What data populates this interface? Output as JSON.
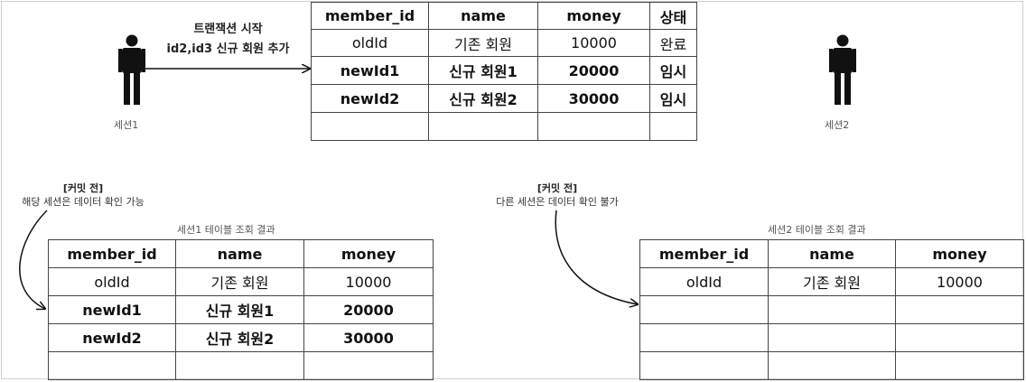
{
  "transaction_label": {
    "line1": "트랜잭션 시작",
    "line2": "id2,id3 신규 회원 추가"
  },
  "sessions": [
    {
      "name": "세션1"
    },
    {
      "name": "세션2"
    }
  ],
  "main_table": {
    "headers": [
      "member_id",
      "name",
      "money",
      "상태"
    ],
    "rows": [
      {
        "cells": [
          "oldId",
          "기존 회원",
          "10000",
          "완료"
        ],
        "bold": false
      },
      {
        "cells": [
          "newId1",
          "신규 회원1",
          "20000",
          "임시"
        ],
        "bold": true
      },
      {
        "cells": [
          "newId2",
          "신규 회원2",
          "30000",
          "임시"
        ],
        "bold": true
      },
      {
        "cells": [
          "",
          "",
          "",
          ""
        ],
        "bold": false
      }
    ]
  },
  "notes": {
    "session1": {
      "head": "[커밋 전]",
      "body": "해당 세션은 데이터 확인 가능"
    },
    "session2": {
      "head": "[커밋 전]",
      "body": "다른 세션은 데이터 확인 불가"
    }
  },
  "session1_result": {
    "caption": "세션1 테이블 조회 결과",
    "headers": [
      "member_id",
      "name",
      "money"
    ],
    "rows": [
      {
        "cells": [
          "oldId",
          "기존 회원",
          "10000"
        ],
        "bold": false
      },
      {
        "cells": [
          "newId1",
          "신규 회원1",
          "20000"
        ],
        "bold": true
      },
      {
        "cells": [
          "newId2",
          "신규 회원2",
          "30000"
        ],
        "bold": true
      },
      {
        "cells": [
          "",
          "",
          ""
        ],
        "bold": false
      }
    ]
  },
  "session2_result": {
    "caption": "세션2 테이블 조회 결과",
    "headers": [
      "member_id",
      "name",
      "money"
    ],
    "rows": [
      {
        "cells": [
          "oldId",
          "기존 회원",
          "10000"
        ],
        "bold": false
      },
      {
        "cells": [
          "",
          "",
          ""
        ],
        "bold": false
      },
      {
        "cells": [
          "",
          "",
          ""
        ],
        "bold": false
      },
      {
        "cells": [
          "",
          "",
          ""
        ],
        "bold": false
      }
    ]
  }
}
